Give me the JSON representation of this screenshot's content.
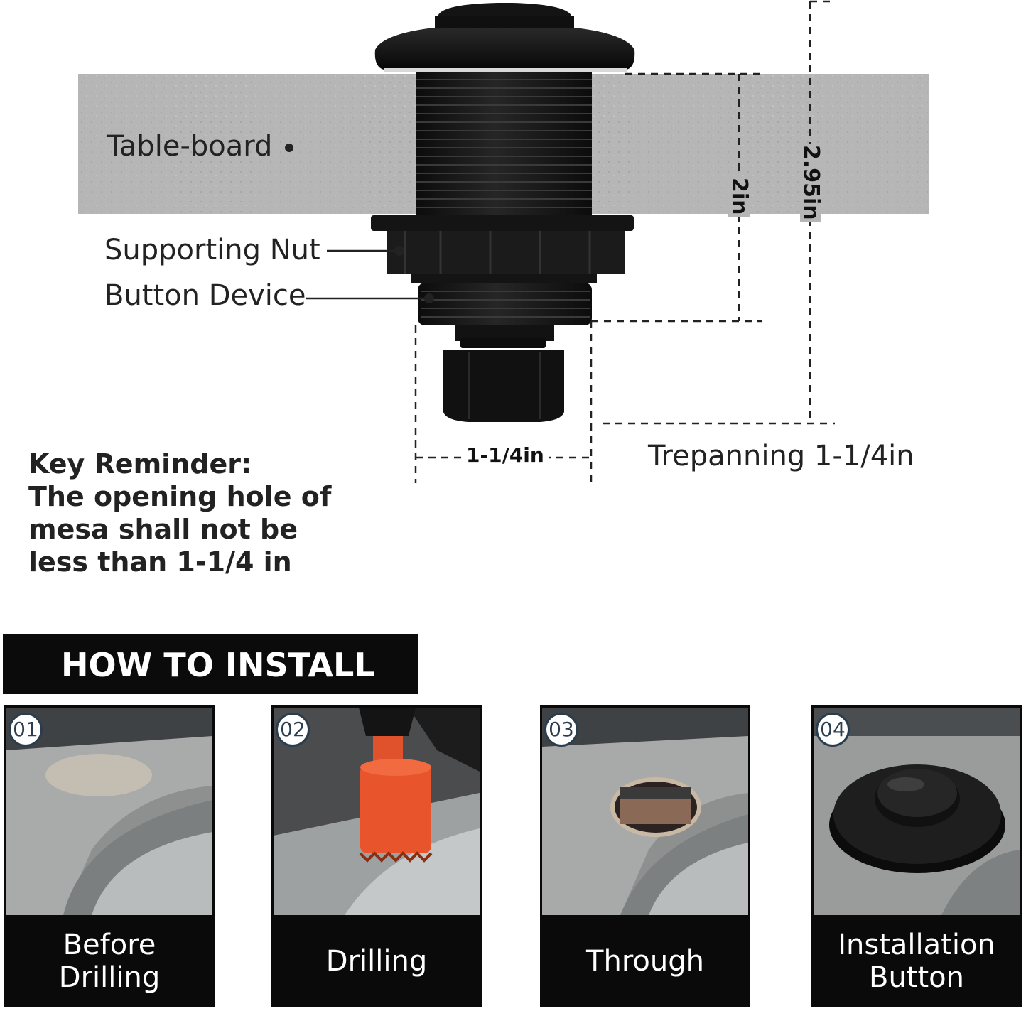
{
  "diagram": {
    "labels": {
      "table_board": "Table-board",
      "supporting_nut": "Supporting Nut",
      "button_device": "Button Device",
      "height_short": "2in",
      "height_total": "2.95in",
      "width": "1-1/4in",
      "trepanning": "Trepanning 1-1/4in"
    },
    "colors": {
      "board": "#b4b4b4",
      "device": "#161616",
      "dash": "#222222"
    }
  },
  "reminder": {
    "lines": [
      "Key Reminder:",
      "The opening hole of",
      "mesa shall not be",
      "less than 1-1/4 in"
    ]
  },
  "install": {
    "title": "HOW TO INSTALL",
    "steps": [
      {
        "number": "01",
        "caption": [
          "Before",
          "Drilling"
        ],
        "icon": "sink-before-drilling"
      },
      {
        "number": "02",
        "caption": [
          "Drilling"
        ],
        "icon": "hole-saw-drill"
      },
      {
        "number": "03",
        "caption": [
          "Through"
        ],
        "icon": "drilled-hole"
      },
      {
        "number": "04",
        "caption": [
          "Installation",
          "Button"
        ],
        "icon": "installed-button"
      }
    ]
  }
}
